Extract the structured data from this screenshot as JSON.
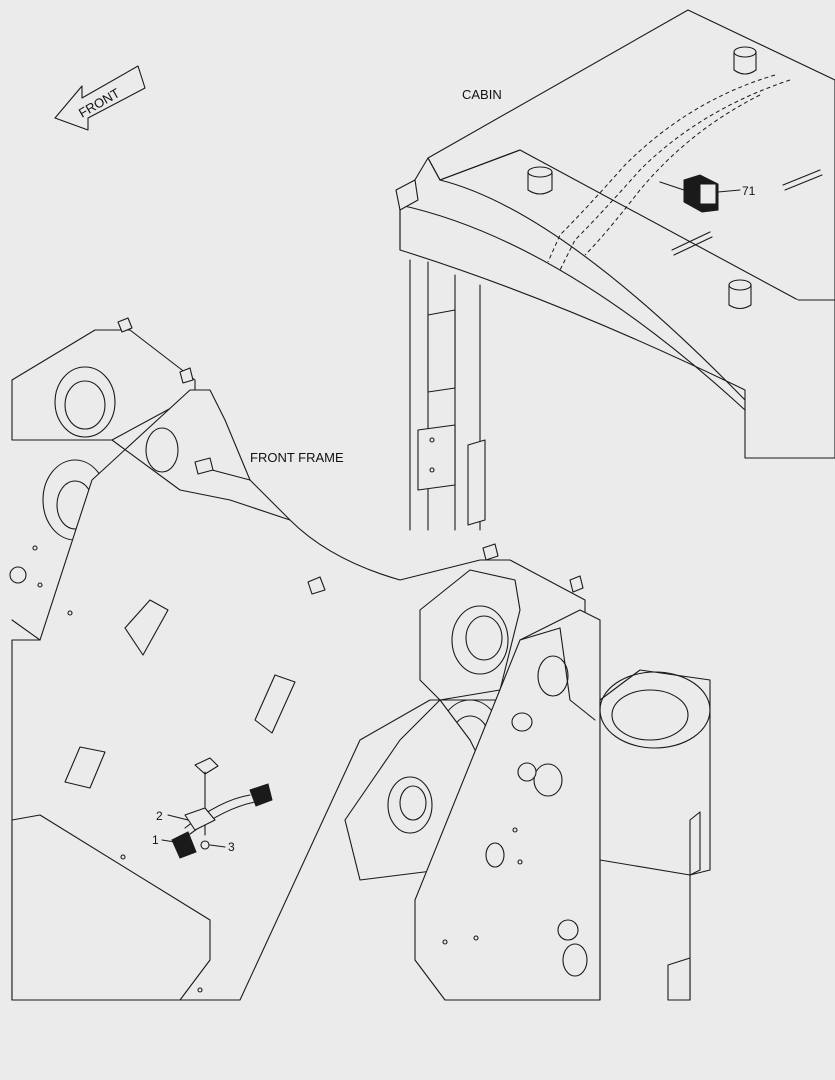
{
  "labels": {
    "front_arrow": "FRONT",
    "cabin": "CABIN",
    "front_frame": "FRONT FRAME"
  },
  "callouts": {
    "part_71": "71",
    "part_1": "1",
    "part_2": "2",
    "part_3": "3"
  }
}
